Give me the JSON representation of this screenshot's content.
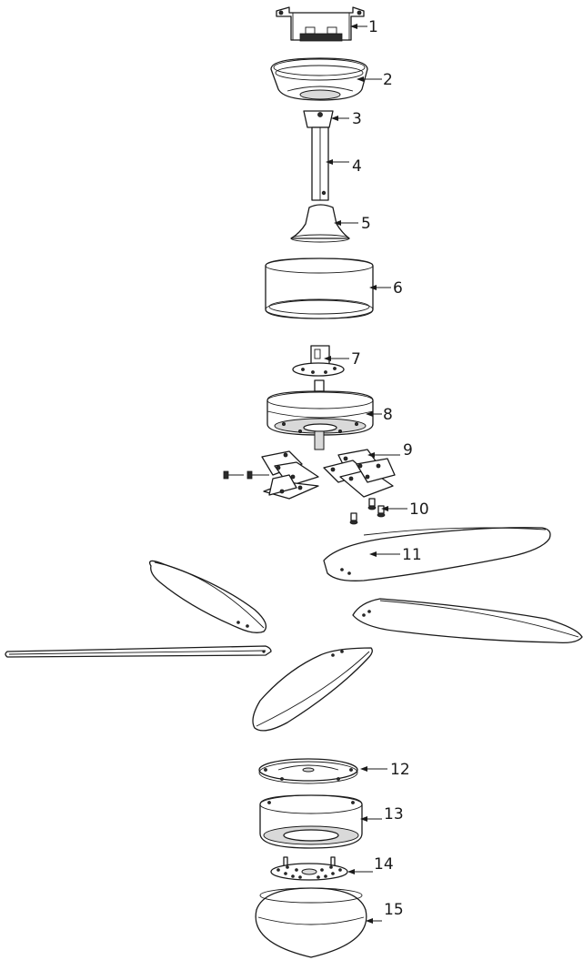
{
  "parts": [
    {
      "id": 1,
      "label": "1",
      "icon": "mounting-bracket"
    },
    {
      "id": 2,
      "label": "2",
      "icon": "canopy"
    },
    {
      "id": 3,
      "label": "3",
      "icon": "hanger-ball"
    },
    {
      "id": 4,
      "label": "4",
      "icon": "downrod"
    },
    {
      "id": 5,
      "label": "5",
      "icon": "canopy-cover"
    },
    {
      "id": 6,
      "label": "6",
      "icon": "motor-housing-cover"
    },
    {
      "id": 7,
      "label": "7",
      "icon": "motor-coupling"
    },
    {
      "id": 8,
      "label": "8",
      "icon": "motor"
    },
    {
      "id": 9,
      "label": "9",
      "icon": "blade-brackets"
    },
    {
      "id": 10,
      "label": "10",
      "icon": "blade-screws"
    },
    {
      "id": 11,
      "label": "11",
      "icon": "fan-blades"
    },
    {
      "id": 12,
      "label": "12",
      "icon": "switch-housing-plate"
    },
    {
      "id": 13,
      "label": "13",
      "icon": "switch-housing"
    },
    {
      "id": 14,
      "label": "14",
      "icon": "light-kit-plate"
    },
    {
      "id": 15,
      "label": "15",
      "icon": "glass-shade"
    }
  ]
}
